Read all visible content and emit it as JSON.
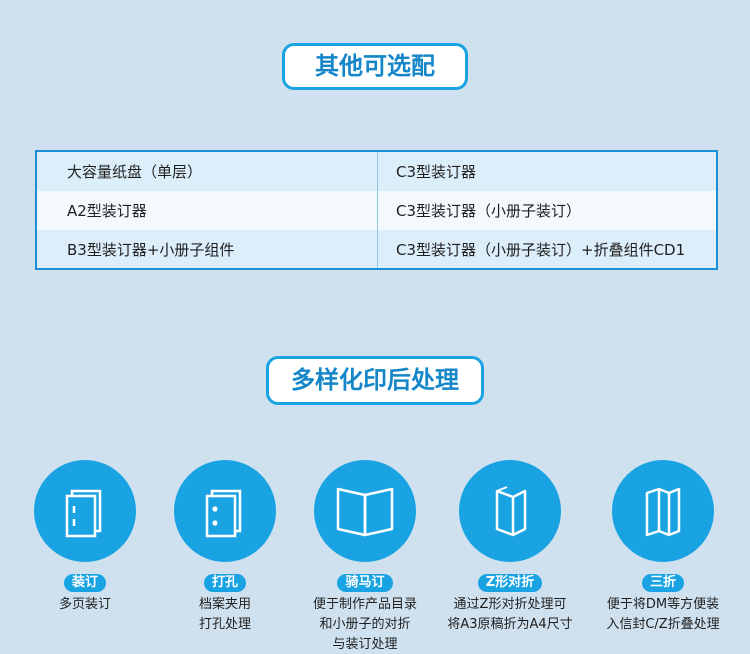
{
  "options": {
    "title": "其他可选配",
    "rows": [
      [
        "大容量纸盘（单层）",
        "C3型装订器"
      ],
      [
        "A2型装订器",
        "C3型装订器（小册子装订）"
      ],
      [
        "B3型装订器+小册子组件",
        "C3型装订器（小册子装订）+折叠组件CD1"
      ]
    ]
  },
  "finishing": {
    "title": "多样化印后处理",
    "items": [
      {
        "icon": "staple-icon",
        "label": "装订",
        "desc": "多页装订"
      },
      {
        "icon": "hole-punch-icon",
        "label": "打孔",
        "desc": "档案夹用\n打孔处理"
      },
      {
        "icon": "saddle-stitch-icon",
        "label": "骑马订",
        "desc": "便于制作产品目录\n和小册子的对折\n与装订处理"
      },
      {
        "icon": "z-fold-icon",
        "label": "Z形对折",
        "desc": "通过Z形对折处理可\n将A3原稿折为A4尺寸"
      },
      {
        "icon": "tri-fold-icon",
        "label": "三折",
        "desc": "便于将DM等方便装\n入信封C/Z折叠处理"
      }
    ]
  },
  "colors": {
    "accent": "#1aa3e3",
    "background": "#cfe1ef",
    "row_alt": "#dbeefa"
  }
}
